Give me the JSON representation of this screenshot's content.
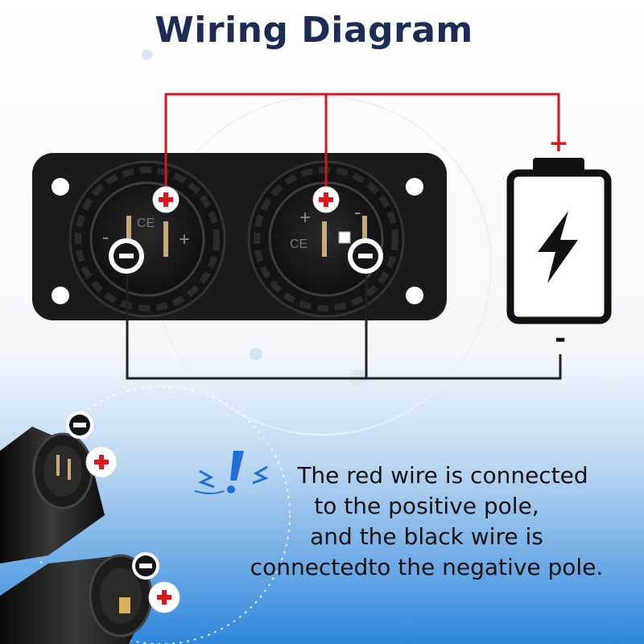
{
  "title": "Wiring Diagram",
  "colors": {
    "positive_wire": "#d8151c",
    "negative_wire": "#222222",
    "title": "#1c2c55",
    "plus_badge": "#e0151b",
    "panel": "#1b1b1b"
  },
  "battery": {
    "positive_label": "+",
    "negative_label": "-",
    "icon": "lightning-bolt-icon"
  },
  "sockets": [
    {
      "name": "left-socket",
      "markings": [
        "CE",
        "+",
        "-"
      ]
    },
    {
      "name": "right-socket",
      "markings": [
        "CE",
        "+",
        "-"
      ]
    }
  ],
  "note_lines": [
    "The red wire is connected",
    "to the positive pole,",
    "and the black wire is",
    "connectedto the negative pole."
  ],
  "alert_icon": "exclamation-alert-icon"
}
